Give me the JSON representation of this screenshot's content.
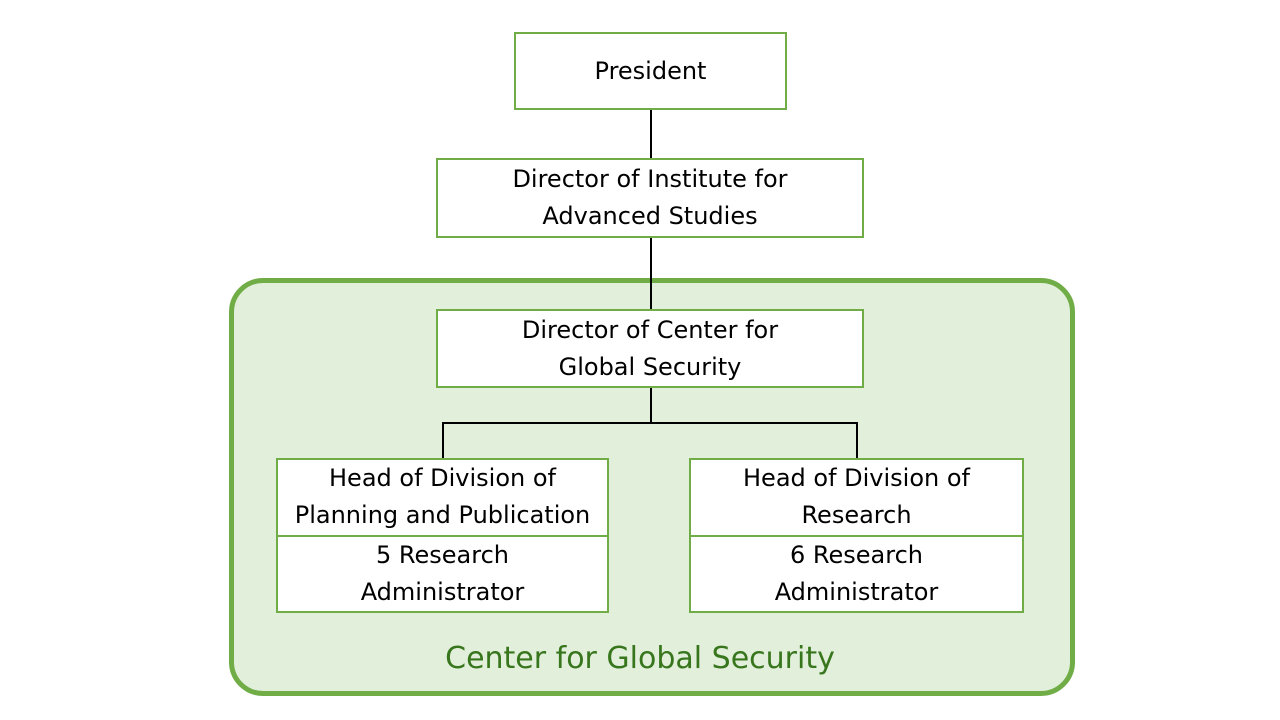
{
  "nodes": {
    "president": "President",
    "director_ias": "Director of Institute for Advanced Studies",
    "director_cgs": "Director of Center for Global Security",
    "head_planning": "Head of Division of Planning and Publication",
    "planning_staff": "5 Research Administrator",
    "head_research": "Head of Division of Research",
    "research_staff": "6 Research Administrator"
  },
  "group": {
    "label": "Center for Global Security"
  },
  "colors": {
    "box_border": "#70ad47",
    "group_fill": "#e2efda",
    "group_label": "#38761d",
    "connector": "#000000"
  }
}
